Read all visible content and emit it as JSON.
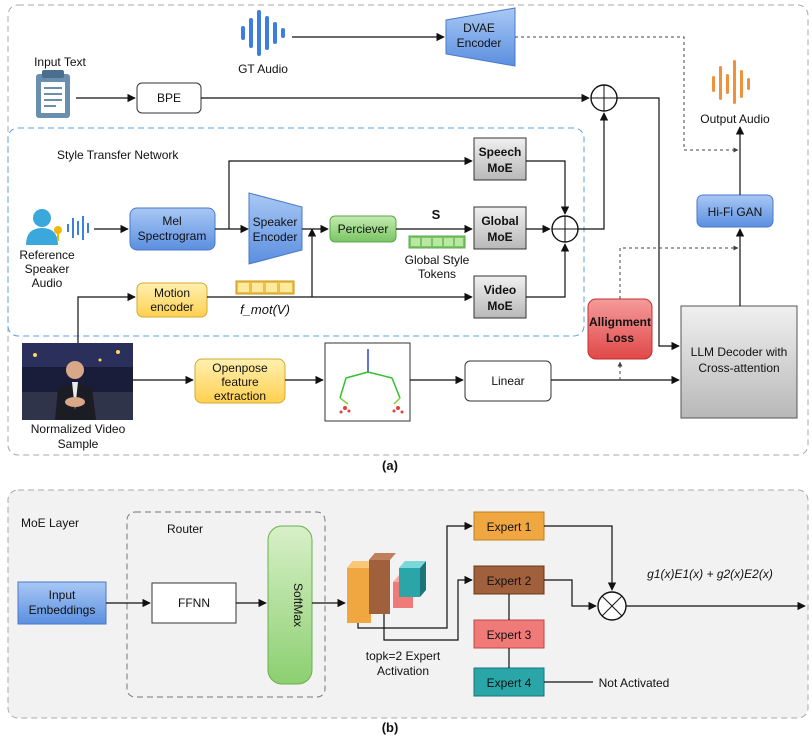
{
  "part_a": {
    "caption": "(a)",
    "input_text": "Input Text",
    "gt_audio": "GT Audio",
    "dvae": [
      "DVAE",
      "Encoder"
    ],
    "output_audio": "Output Audio",
    "bpe": "BPE",
    "style_network": "Style Transfer Network",
    "speech_moe": [
      "Speech",
      "MoE"
    ],
    "global_moe": [
      "Global",
      "MoE"
    ],
    "video_moe": [
      "Video",
      "MoE"
    ],
    "reference_audio": [
      "Reference",
      "Speaker",
      "Audio"
    ],
    "mel": [
      "Mel",
      "Spectrogram"
    ],
    "speaker_encoder": [
      "Speaker",
      "Encoder"
    ],
    "perceiver": "Perciever",
    "style_symbol": "S",
    "global_tokens": [
      "Global Style",
      "Tokens"
    ],
    "motion_encoder": [
      "Motion",
      "encoder"
    ],
    "motion_feature": "f_mot(V)",
    "hifigan": "Hi-Fi GAN",
    "alignment_loss": [
      "Allignment",
      "Loss"
    ],
    "llm_decoder": [
      "LLM Decoder with",
      "Cross-attention"
    ],
    "openpose": [
      "Openpose",
      "feature",
      "extraction"
    ],
    "linear": "Linear",
    "video_sample": [
      "Normalized Video",
      "Sample"
    ]
  },
  "part_b": {
    "caption": "(b)",
    "moe_layer": "MoE Layer",
    "router": "Router",
    "input_embeddings": [
      "Input",
      "Embeddings"
    ],
    "ffnn": "FFNN",
    "softmax": "SoftMax",
    "topk": [
      "topk=2 Expert",
      "Activation"
    ],
    "experts": [
      {
        "label": "Expert 1",
        "color": "#f0a742"
      },
      {
        "label": "Expert 2",
        "color": "#a0603c"
      },
      {
        "label": "Expert 3",
        "color": "#f07a78"
      },
      {
        "label": "Expert 4",
        "color": "#2aa6a8"
      }
    ],
    "not_activated": "Not Activated",
    "formula": "g1(x)E1(x) + g2(x)E2(x)"
  },
  "colors": {
    "blue_box": "#6aa0e8",
    "green_box": "#8fd07a",
    "yellow_box": "#ffd866",
    "red_box": "#e85c5c",
    "grey_box": "#d4d4d4",
    "dashed_blue": "#5aa0e0",
    "audio_blue": "#3b7fe0",
    "audio_orange": "#f0903a"
  }
}
